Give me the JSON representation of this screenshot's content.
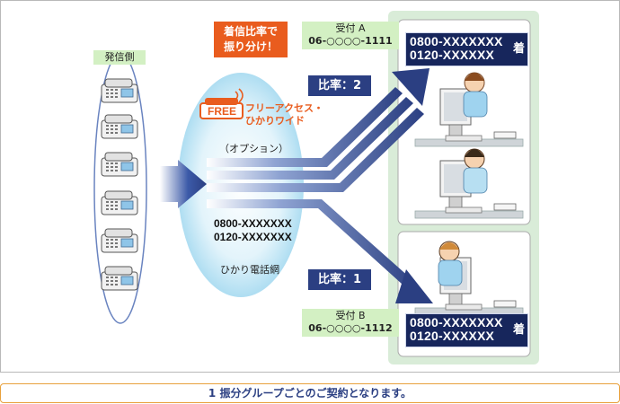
{
  "origin_label": "発信側",
  "callout": {
    "line1": "着信比率で",
    "line2": "振り分け！"
  },
  "ratio_top": "比率：2",
  "ratio_bottom": "比率：1",
  "service": {
    "badge": "FREE",
    "name_line1": "フリーアクセス・",
    "name_line2": "ひかりワイド",
    "option": "（オプション）"
  },
  "network": {
    "number1": "0800-XXXXXXX",
    "number2": "0120-XXXXXXX",
    "name": "ひかり電話網"
  },
  "reception_a": {
    "title": "受付 A",
    "phone": "06-○○○○-1111",
    "number1": "0800-XXXXXXX",
    "number2": "0120-XXXXXX",
    "incoming": "着"
  },
  "reception_b": {
    "title": "受付 B",
    "phone": "06-○○○○-1112",
    "number1": "0800-XXXXXXX",
    "number2": "0120-XXXXXX",
    "incoming": "着"
  },
  "note": "1 振分グループごとのご契約となります。",
  "colors": {
    "callout": "#e95c1e",
    "ratio": "#2b3f82",
    "number_box": "#17265c",
    "tag_green": "#d3f0c3",
    "panel_green": "#d9ecd8"
  }
}
